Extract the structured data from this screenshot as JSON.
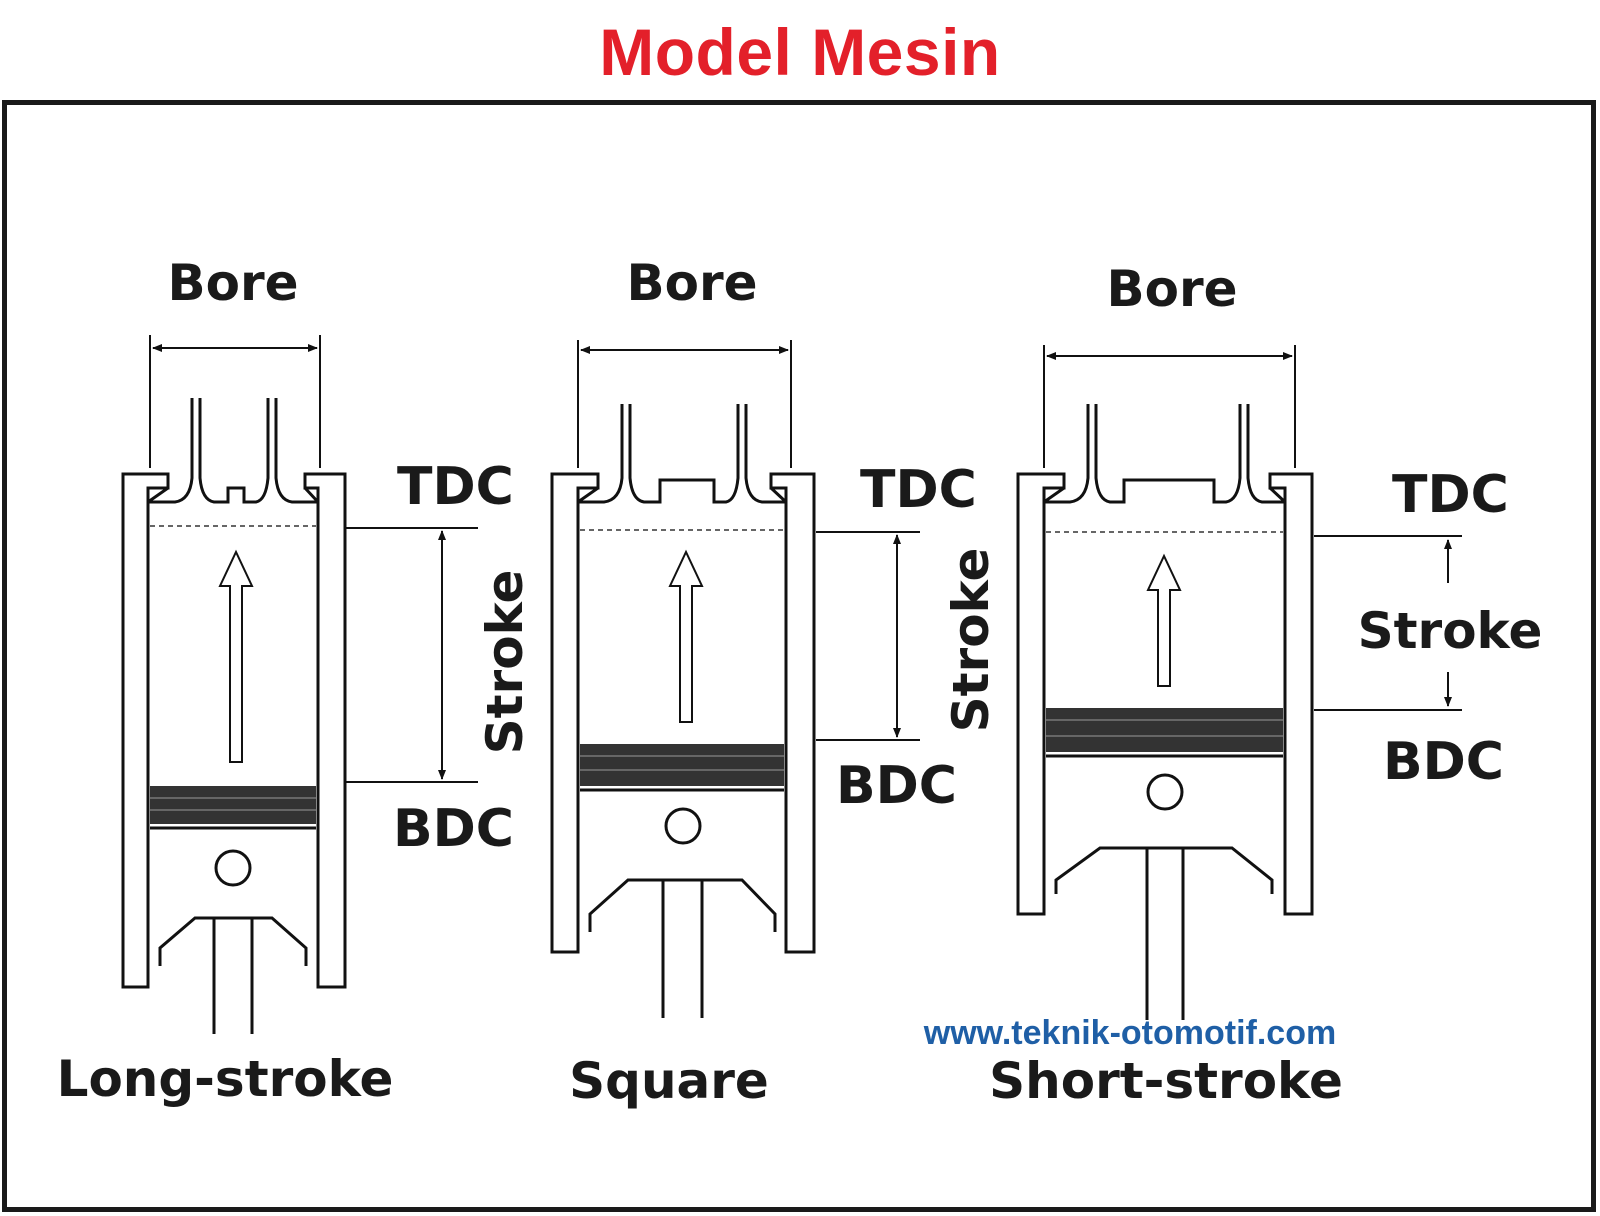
{
  "title": "Model Mesin",
  "models": [
    {
      "id": "long",
      "bore_label": "Bore",
      "tdc_label": "TDC",
      "bdc_label": "BDC",
      "stroke_label": "Stroke",
      "name": "Long-stroke"
    },
    {
      "id": "square",
      "bore_label": "Bore",
      "tdc_label": "TDC",
      "bdc_label": "BDC",
      "stroke_label": "Stroke",
      "name": "Square"
    },
    {
      "id": "short",
      "bore_label": "Bore",
      "tdc_label": "TDC",
      "bdc_label": "BDC",
      "stroke_label": "Stroke",
      "name": "Short-stroke"
    }
  ],
  "watermark": "www.teknik-otomotif.com",
  "colors": {
    "title": "#e3202a",
    "watermark": "#1f5fa6",
    "ink": "#111111"
  }
}
